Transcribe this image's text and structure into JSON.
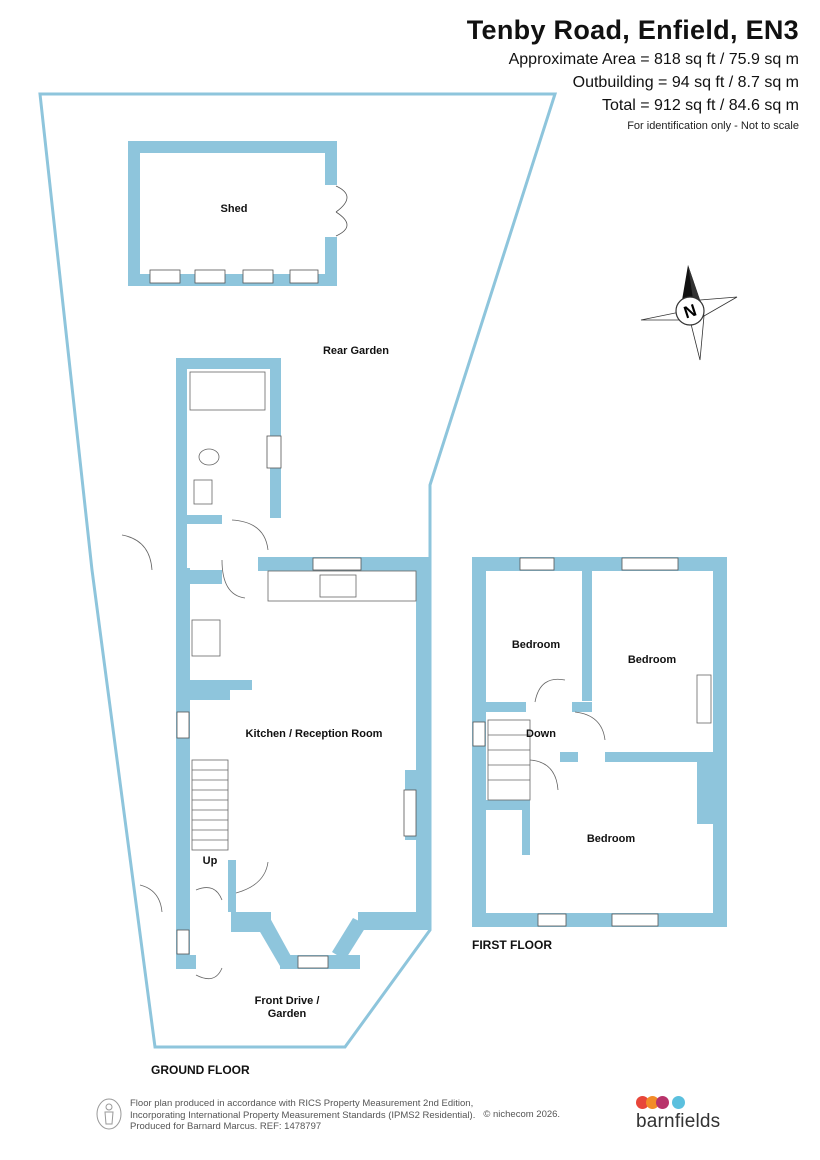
{
  "header": {
    "title": "Tenby Road, Enfield, EN3",
    "approx_area": "Approximate Area = 818 sq ft / 75.9 sq m",
    "outbuilding": "Outbuilding = 94 sq ft / 8.7 sq m",
    "total": "Total = 912 sq ft / 84.6 sq m",
    "note": "For identification only - Not to scale"
  },
  "rooms": {
    "shed": "Shed",
    "rear_garden": "Rear Garden",
    "kitchen": "Kitchen / Reception Room",
    "up": "Up",
    "front_drive_1": "Front Drive /",
    "front_drive_2": "Garden",
    "bedroom_1": "Bedroom",
    "bedroom_2": "Bedroom",
    "bedroom_3": "Bedroom",
    "down": "Down"
  },
  "floors": {
    "ground": "GROUND FLOOR",
    "first": "FIRST FLOOR"
  },
  "compass": {
    "letter": "N"
  },
  "colors": {
    "wall": "#8ec5dc",
    "outline": "#8ec5dc",
    "brand_dots": [
      "#e8463a",
      "#f28c28",
      "#b8336a",
      "#5bc0de"
    ]
  },
  "footer": {
    "line1": "Floor plan produced in accordance with RICS Property Measurement 2nd Edition,",
    "line2": "Incorporating International Property Measurement Standards (IPMS2 Residential).",
    "line3": "Produced for Barnard Marcus.   REF:  1478797",
    "copyright": "© nichecom 2026.",
    "brand": "barnfields"
  }
}
